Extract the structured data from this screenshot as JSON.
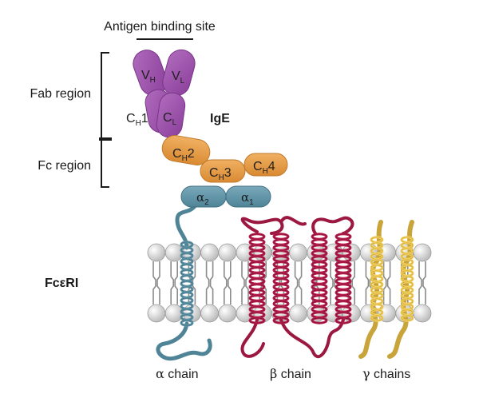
{
  "labels": {
    "antigen_binding_site": "Antigen binding site",
    "fab_region": "Fab region",
    "fc_region": "Fc region",
    "ige": "IgE",
    "receptor": "FcεRI",
    "alpha_chain": {
      "greek": "α",
      "text": "chain"
    },
    "beta_chain": {
      "greek": "β",
      "text": "chain"
    },
    "gamma_chains": {
      "greek": "γ",
      "text": "chains"
    }
  },
  "domains": {
    "vh": {
      "main": "V",
      "sub": "H"
    },
    "vl": {
      "main": "V",
      "sub": "L"
    },
    "ch1": {
      "main": "C",
      "sub": "H",
      "post": "1"
    },
    "cl": {
      "main": "C",
      "sub": "L"
    },
    "ch2": {
      "main": "C",
      "sub": "H",
      "post": "2"
    },
    "ch3": {
      "main": "C",
      "sub": "H",
      "post": "3"
    },
    "ch4": {
      "main": "C",
      "sub": "H",
      "post": "4"
    },
    "alpha2": {
      "main": "α",
      "sub": "2"
    },
    "alpha1": {
      "main": "α",
      "sub": "1"
    }
  },
  "colors": {
    "fab_purple": "#9a52a8",
    "fc_orange": "#e39a45",
    "alpha_teal": "#5f93a6",
    "beta_crimson": "#b81e4e",
    "gamma_yellow": "#f3d15e",
    "lipid_head": "#d9d9d9"
  }
}
